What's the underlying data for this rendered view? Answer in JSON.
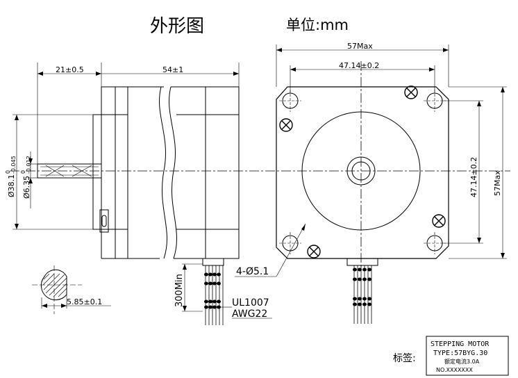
{
  "title": "外形图",
  "unit_label": "单位:mm",
  "dimensions": {
    "side_shaft_length": "21±0.5",
    "side_body_length": "54±1",
    "body_diameter_main": "Ø38.1",
    "body_diameter_tol_upper": "0",
    "body_diameter_tol_lower": "-0.045",
    "shaft_diameter_main": "Ø6.35",
    "shaft_diameter_tol_upper": "0",
    "shaft_diameter_tol_lower": "-0.012",
    "flat_width": "5.85±0.1",
    "lead_length": "300Min",
    "lead_type": "UL1007",
    "lead_gauge": "AWG22",
    "front_outer_width": "57Max",
    "front_hole_spacing_h": "47.14±0.2",
    "front_hole_spacing_v": "47.14±0.2",
    "front_outer_height": "57Max",
    "mount_holes": "4-Ø5.1"
  },
  "nameplate": {
    "prefix": "标签:",
    "line1": "STEPPING MOTOR",
    "line2": "TYPE:57BYG.30",
    "line3": "额定电流3.0A",
    "line4": "NO.XXXXXXX"
  }
}
